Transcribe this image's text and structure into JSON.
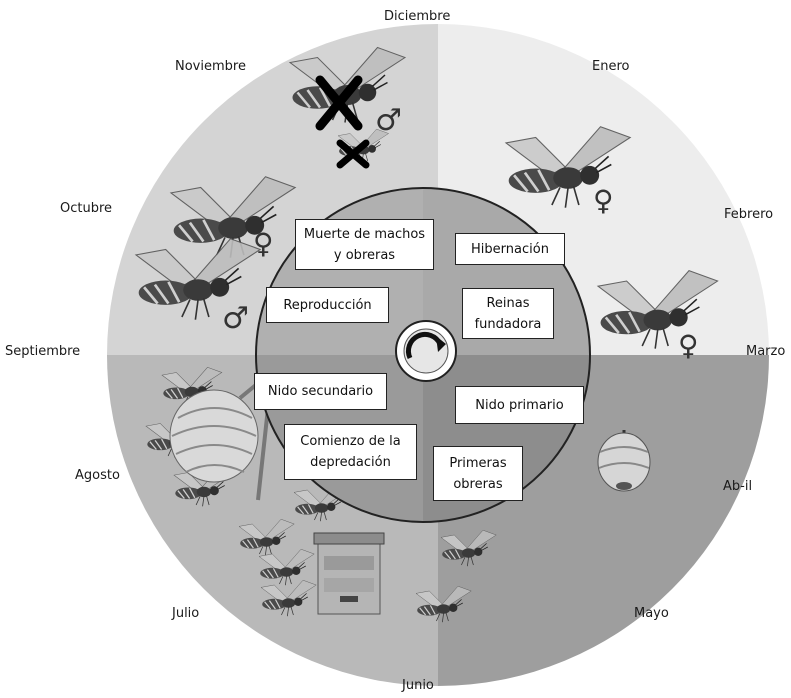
{
  "months": {
    "diciembre": "Diciembre",
    "enero": "Enero",
    "febrero": "Febrero",
    "marzo": "Marzo",
    "abril": "Ab-il",
    "mayo": "Mayo",
    "junio": "Junio",
    "julio": "Julio",
    "agosto": "Agosto",
    "septiembre": "Septiembre",
    "octubre": "Octubre",
    "noviembre": "Noviembre"
  },
  "stages": {
    "muerte": "Muerte de machos y obreras",
    "hibernacion": "Hibernación",
    "reproduccion": "Reproducción",
    "reinas": "Reinas fundadora",
    "nido_secundario": "Nido secundario",
    "nido_primario": "Nido primario",
    "depredacion": "Comienzo de la depredación",
    "primeras_obreras": "Primeras obreras"
  },
  "symbols": {
    "male": "♂",
    "female": "♀"
  },
  "colors": {
    "outer_top_left": "#d4d4d4",
    "outer_top_right": "#ededed",
    "outer_bottom_left": "#b9b9b9",
    "outer_bottom_right": "#9e9e9e",
    "inner_top_left": "#b0b0b0",
    "inner_top_right": "#a9a9a9",
    "inner_bottom_left": "#9a9a9a",
    "inner_bottom_right": "#8d8d8d"
  }
}
